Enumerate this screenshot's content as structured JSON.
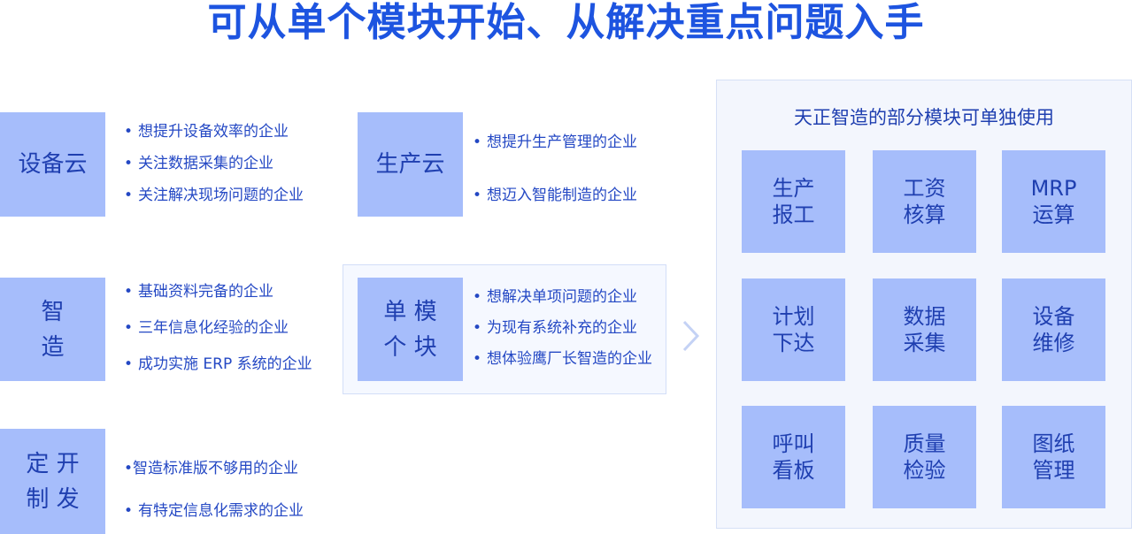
{
  "title": "可从单个模块开始、从解决重点问题入手",
  "groups": [
    {
      "tile_lines": [
        "设备云"
      ],
      "items": [
        "想提升设备效率的企业",
        "关注数据采集的企业",
        "关注解决现场问题的企业"
      ]
    },
    {
      "tile_lines": [
        "智",
        "造"
      ],
      "items": [
        "基础资料完备的企业",
        "三年信息化经验的企业",
        "成功实施 ERP 系统的企业"
      ]
    },
    {
      "tile_lines": [
        "定 开",
        "制 发"
      ],
      "items": [
        "智造标准版不够用的企业",
        "有特定信息化需求的企业"
      ]
    },
    {
      "tile_lines": [
        "生产云"
      ],
      "items": [
        "想提升生产管理的企业",
        "想迈入智能制造的企业"
      ]
    },
    {
      "tile_lines": [
        "单 模",
        "个 块"
      ],
      "items": [
        "想解决单项问题的企业",
        "为现有系统补充的企业",
        "想体验鹰厂长智造的企业"
      ]
    }
  ],
  "panel": {
    "title": "天正智造的部分模块可单独使用",
    "modules": [
      [
        "生产",
        "报工"
      ],
      [
        "工资",
        "核算"
      ],
      [
        "MRP",
        "运算"
      ],
      [
        "计划",
        "下达"
      ],
      [
        "数据",
        "采集"
      ],
      [
        "设备",
        "维修"
      ],
      [
        "呼叫",
        "看板"
      ],
      [
        "质量",
        "检验"
      ],
      [
        "图纸",
        "管理"
      ]
    ]
  },
  "icons": {
    "arrow": "chevron-right-icon"
  },
  "colors": {
    "title": "#1d54e0",
    "tile": "#a6bdfb",
    "text": "#2448c4",
    "panel_bg": "#f3f6fd"
  }
}
